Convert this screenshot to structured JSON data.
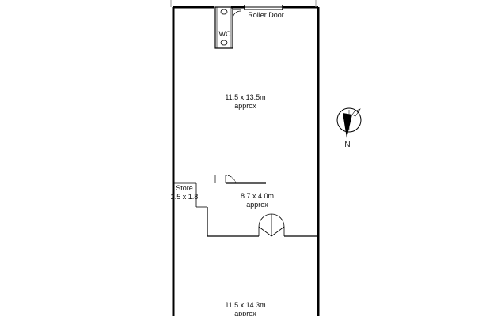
{
  "rooms": {
    "roller_door": "Roller Door",
    "wc": "WC",
    "main_upper": {
      "size": "11.5 x 13.5m",
      "note": "approx"
    },
    "store": {
      "name": "Store",
      "size": "2.5 x 1.8"
    },
    "middle": {
      "size": "8.7 x 4.0m",
      "note": "approx"
    },
    "main_lower": {
      "size": "11.5 x 14.3m",
      "note": "approx"
    }
  },
  "compass": {
    "label": "N"
  },
  "colors": {
    "wall": "#000000",
    "thin_wall": "#555555",
    "background": "#ffffff"
  }
}
